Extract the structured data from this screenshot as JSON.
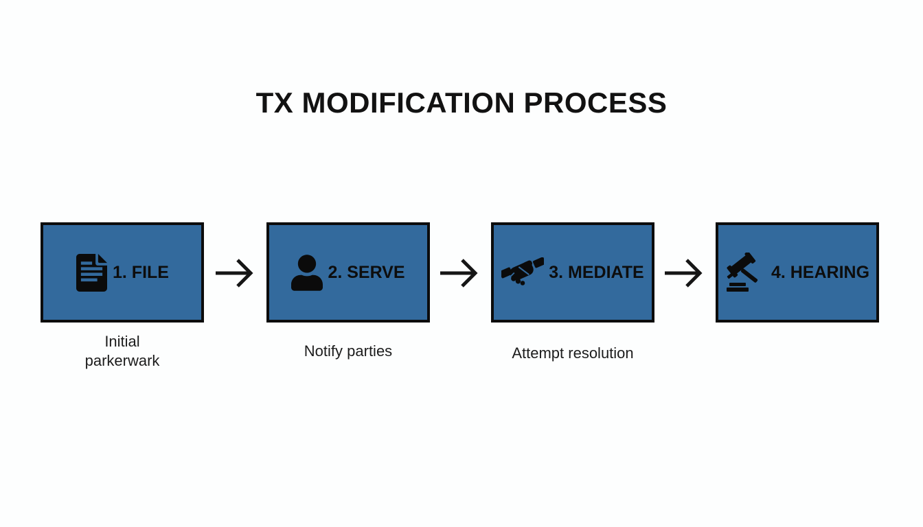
{
  "title": "TX MODIFICATION PROCESS",
  "steps": [
    {
      "label": "1. FILE",
      "icon": "document-icon",
      "caption": "Initial\nparkerwark"
    },
    {
      "label": "2. SERVE",
      "icon": "person-icon",
      "caption": "Notify parties"
    },
    {
      "label": "3. MEDIATE",
      "icon": "handshake-icon",
      "caption": "Attempt resolution"
    },
    {
      "label": "4. HEARING",
      "icon": "gavel-icon",
      "caption": ""
    }
  ],
  "colors": {
    "background": "#fdfefe",
    "box_fill": "#336a9d",
    "box_border": "#0c0c0c",
    "label_text": "#0d0d0d",
    "caption_text": "#1c1c1c",
    "title_text": "#121212",
    "arrow": "#161616",
    "icon": "#0b0b0b"
  }
}
